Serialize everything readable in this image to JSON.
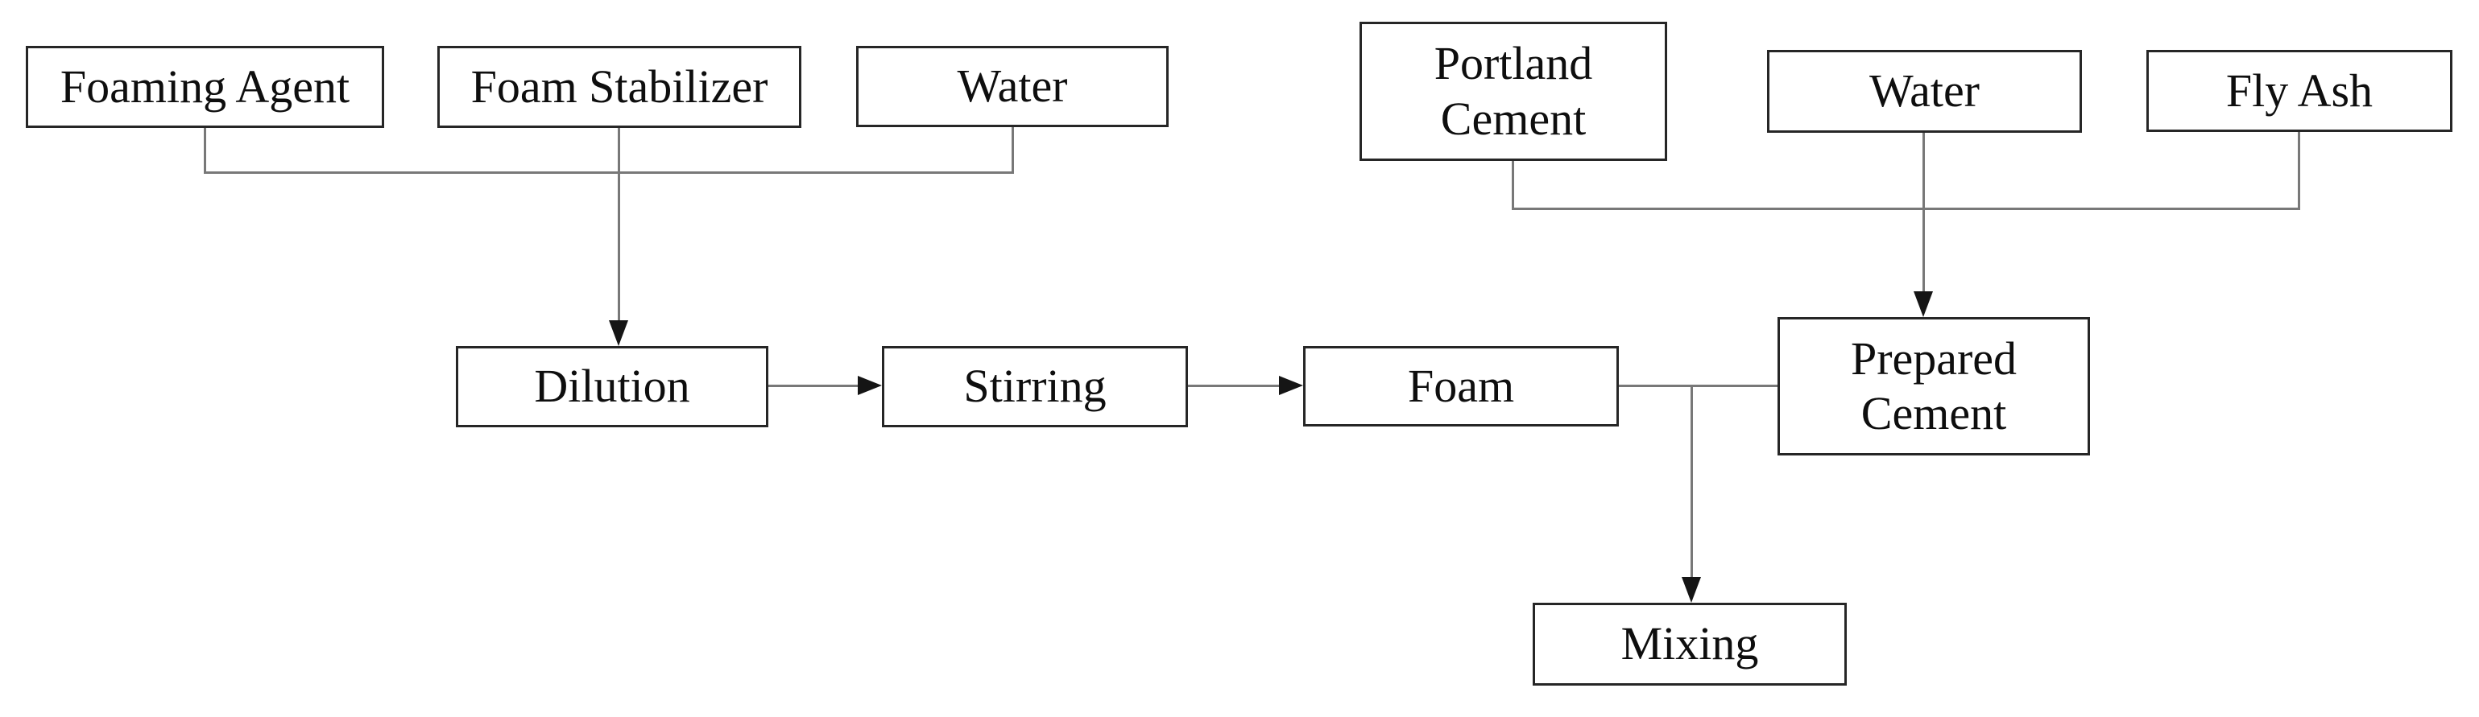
{
  "figure": {
    "type": "flowchart",
    "background_color": "#ffffff",
    "box_border_color": "#262626",
    "line_color": "#787878",
    "arrow_color": "#151515",
    "text_color": "#0e0e0e",
    "nodes": {
      "foaming_agent": {
        "label": "Foaming Agent"
      },
      "foam_stabilizer": {
        "label": "Foam Stabilizer"
      },
      "water_left": {
        "label": "Water"
      },
      "portland_cement": {
        "label": "Portland Cement"
      },
      "water_right": {
        "label": "Water"
      },
      "fly_ash": {
        "label": "Fly Ash"
      },
      "dilution": {
        "label": "Dilution"
      },
      "stirring": {
        "label": "Stirring"
      },
      "foam": {
        "label": "Foam"
      },
      "prepared_cement": {
        "label": "Prepared Cement"
      },
      "mixing": {
        "label": "Mixing"
      }
    },
    "edges": [
      {
        "from": "foaming_agent",
        "to": "dilution",
        "style": "elbow",
        "arrow": false
      },
      {
        "from": "foam_stabilizer",
        "to": "dilution",
        "style": "straight",
        "arrow": true
      },
      {
        "from": "water_left",
        "to": "dilution",
        "style": "elbow",
        "arrow": false
      },
      {
        "from": "portland_cement",
        "to": "prepared_cement",
        "style": "elbow",
        "arrow": false
      },
      {
        "from": "water_right",
        "to": "prepared_cement",
        "style": "straight",
        "arrow": true
      },
      {
        "from": "fly_ash",
        "to": "prepared_cement",
        "style": "elbow",
        "arrow": false
      },
      {
        "from": "dilution",
        "to": "stirring",
        "style": "straight",
        "arrow": true
      },
      {
        "from": "stirring",
        "to": "foam",
        "style": "straight",
        "arrow": true
      },
      {
        "from": "foam",
        "to": "prepared_cement",
        "style": "straight",
        "arrow": false
      },
      {
        "from": "foam",
        "to": "mixing",
        "style": "elbow",
        "arrow": true
      }
    ]
  }
}
